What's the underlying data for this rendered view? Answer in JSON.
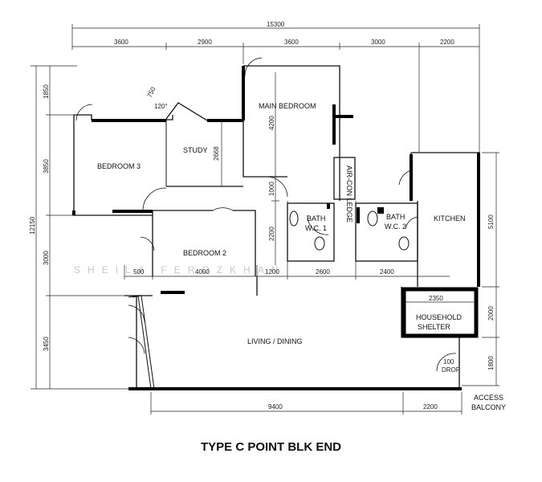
{
  "title": "TYPE C POINT BLK END",
  "watermark": "SHEILA FEROZKHAN",
  "rooms": {
    "main_bedroom": "MAIN BEDROOM",
    "bedroom3": "BEDROOM 3",
    "study": "STUDY",
    "bedroom2": "BEDROOM 2",
    "aircon_ledge": "AIR-CON LEDGE",
    "bath1_a": "BATH",
    "bath1_b": "W.C. 1",
    "bath2_a": "BATH",
    "bath2_b": "W.C. 2",
    "kitchen": "KITCHEN",
    "shelter_a": "HOUSEHOLD",
    "shelter_b": "SHELTER",
    "living": "LIVING / DINING",
    "drop_a": "100",
    "drop_b": "DROP",
    "access_a": "ACCESS",
    "access_b": "BALCONY"
  },
  "dims": {
    "total_top": "15300",
    "top": [
      "3600",
      "2900",
      "3600",
      "3000",
      "2200"
    ],
    "left_total": "12150",
    "left": [
      "1850",
      "3850",
      "3000",
      "3450"
    ],
    "right": [
      "5100",
      "2000",
      "1800"
    ],
    "mid": [
      "500",
      "4000",
      "1200",
      "2600",
      "2400"
    ],
    "bottom": [
      "9400",
      "2200"
    ],
    "study_h": "2668",
    "mbr_h": "4200",
    "mbr_lower": [
      "1000",
      "2200"
    ],
    "shelter_w": "2350",
    "angle": "120°",
    "bay": "750"
  },
  "colors": {
    "line": "#111111",
    "background": "#ffffff"
  }
}
